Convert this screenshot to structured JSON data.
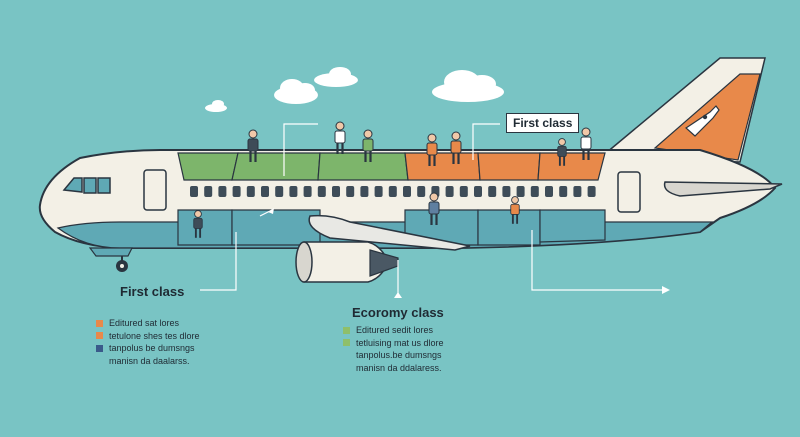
{
  "labels": {
    "first_class_top": "First class",
    "first_class_left": "First class",
    "economy_class": "Ecoromy class"
  },
  "legend_left": [
    {
      "text": "Editured sat lores",
      "color": "#e8894a"
    },
    {
      "text": "tetulone shes tes dlore",
      "color": "#e8894a"
    },
    {
      "text": "tanpolus be dumsngs",
      "color": "#3a5a8a"
    },
    {
      "text": "manisn da daalarss.",
      "color": ""
    }
  ],
  "legend_center": [
    {
      "text": "Editured sedit lores",
      "color": "#8fbf6a"
    },
    {
      "text": "tetluising mat us dlore",
      "color": "#8fbf6a"
    },
    {
      "text": "tanpolus.be dumsngs",
      "color": ""
    },
    {
      "text": "manisn da ddalaress.",
      "color": ""
    }
  ],
  "colors": {
    "background": "#79c4c4",
    "fuselage": "#f3f0e6",
    "belly": "#5fa9b5",
    "first_class_cabin": "#e8894a",
    "economy_cabin": "#7db56b",
    "outline": "#2a3540"
  }
}
